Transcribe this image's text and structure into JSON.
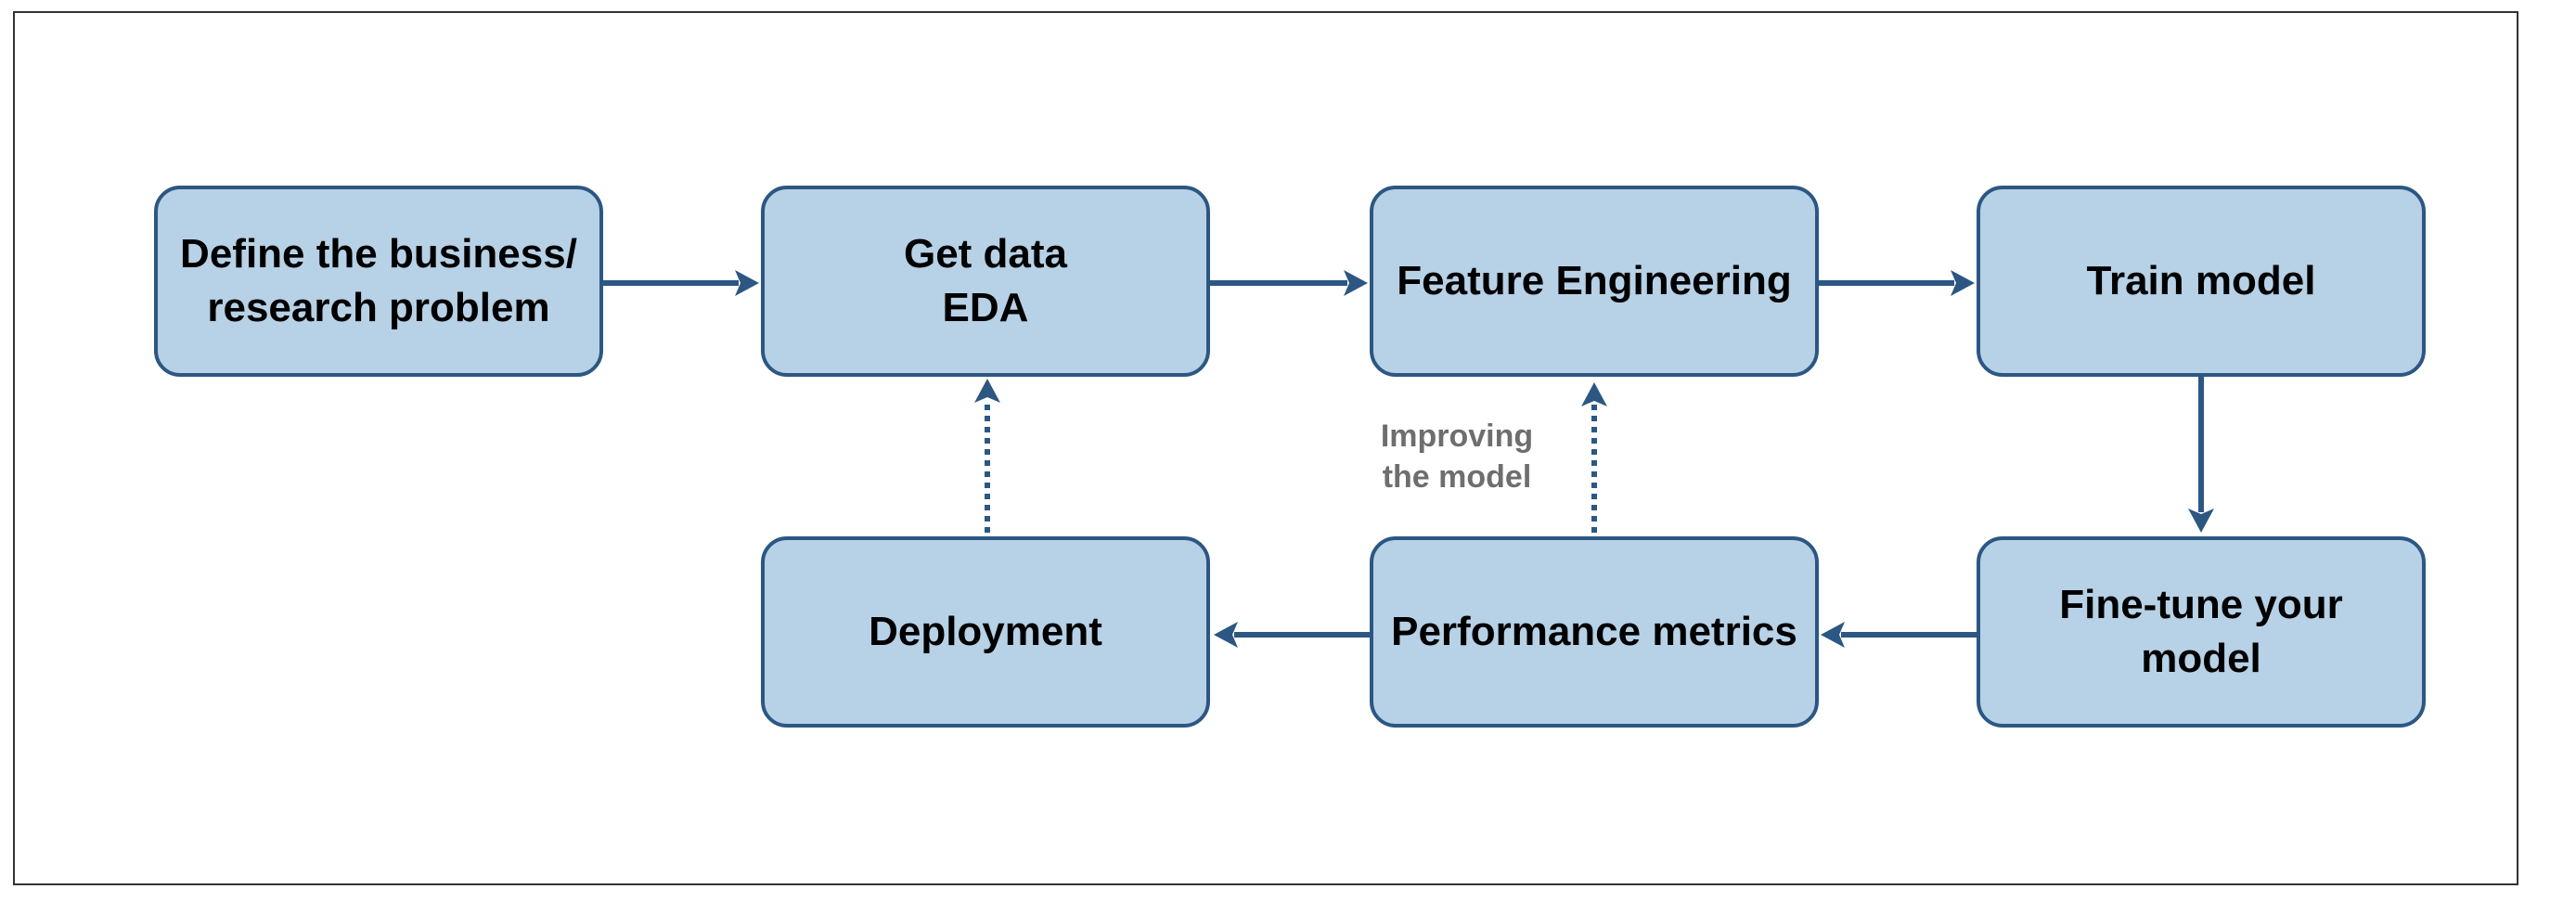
{
  "diagram": {
    "nodes": {
      "define": {
        "lines": [
          "Define the business/",
          "research problem"
        ]
      },
      "getdata": {
        "lines": [
          "Get data",
          "EDA"
        ]
      },
      "feature": {
        "lines": [
          "Feature Engineering"
        ]
      },
      "train": {
        "lines": [
          "Train model"
        ]
      },
      "finetune": {
        "lines": [
          "Fine-tune your",
          "model"
        ]
      },
      "perf": {
        "lines": [
          "Performance metrics"
        ]
      },
      "deploy": {
        "lines": [
          "Deployment"
        ]
      }
    },
    "annotation": {
      "lines": [
        "Improving",
        "the model"
      ]
    },
    "edges": [
      {
        "from": "define",
        "to": "getdata",
        "style": "solid"
      },
      {
        "from": "getdata",
        "to": "feature",
        "style": "solid"
      },
      {
        "from": "feature",
        "to": "train",
        "style": "solid"
      },
      {
        "from": "train",
        "to": "finetune",
        "style": "solid"
      },
      {
        "from": "finetune",
        "to": "perf",
        "style": "solid"
      },
      {
        "from": "perf",
        "to": "deploy",
        "style": "solid"
      },
      {
        "from": "deploy",
        "to": "getdata",
        "style": "dotted"
      },
      {
        "from": "perf",
        "to": "feature",
        "style": "dotted"
      }
    ],
    "colors": {
      "box_fill": "#b7d1e6",
      "box_border": "#2c5783",
      "arrow": "#2c5783",
      "annotation_text": "#6e6e6e"
    }
  }
}
